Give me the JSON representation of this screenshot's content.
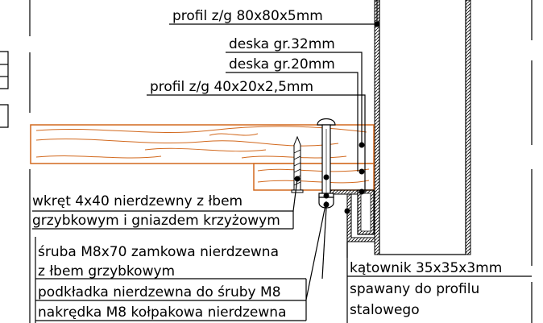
{
  "drawing": {
    "labels": {
      "profile_80": "profil z/g 80x80x5mm",
      "board_32": "deska gr.32mm",
      "board_20": "deska gr.20mm",
      "profile_40": "profil z/g 40x20x2,5mm",
      "screw_line1": "wkręt 4x40 nierdzewny z łbem",
      "screw_line2": "grzybkowym i gniazdem krzyżowym",
      "bolt_line1": "śruba M8x70 zamkowa nierdzewna",
      "bolt_line2": "z łbem grzybkowym",
      "washer": "podkładka nierdzewna do śruby M8",
      "nut": "nakrędka M8 kołpakowa nierdzewna",
      "angle_line1": "kątownik 35x35x3mm",
      "angle_line2": "spawany do profilu",
      "angle_line3": "stalowego"
    },
    "colors": {
      "wood": "#d2691e",
      "line": "#000000",
      "background": "#ffffff"
    }
  }
}
